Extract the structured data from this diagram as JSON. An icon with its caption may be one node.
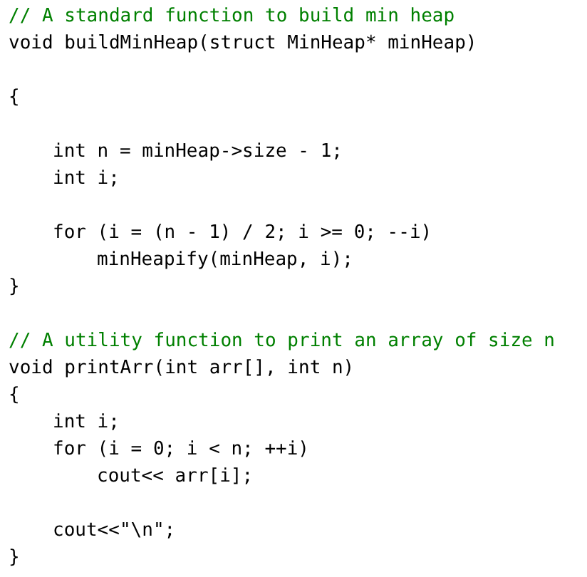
{
  "diagram": {
    "labels": [
      "// A standard function to build min heap",
      "void buildMinHeap(struct MinHeap* minHeap)",
      "{",
      "int n = minHeap->size - 1;",
      "int i;",
      "for (i = (n - 1) / 2; i >= 0; --i)",
      "minHeapify(minHeap, i);",
      "}",
      "// A utility function to print an array of size n",
      "void printArr(int arr[], int n)",
      "{",
      "int i;",
      "for (i = 0; i < n; ++i)",
      "cout<< arr[i];",
      "cout<<\"\\n\";",
      "}"
    ]
  }
}
